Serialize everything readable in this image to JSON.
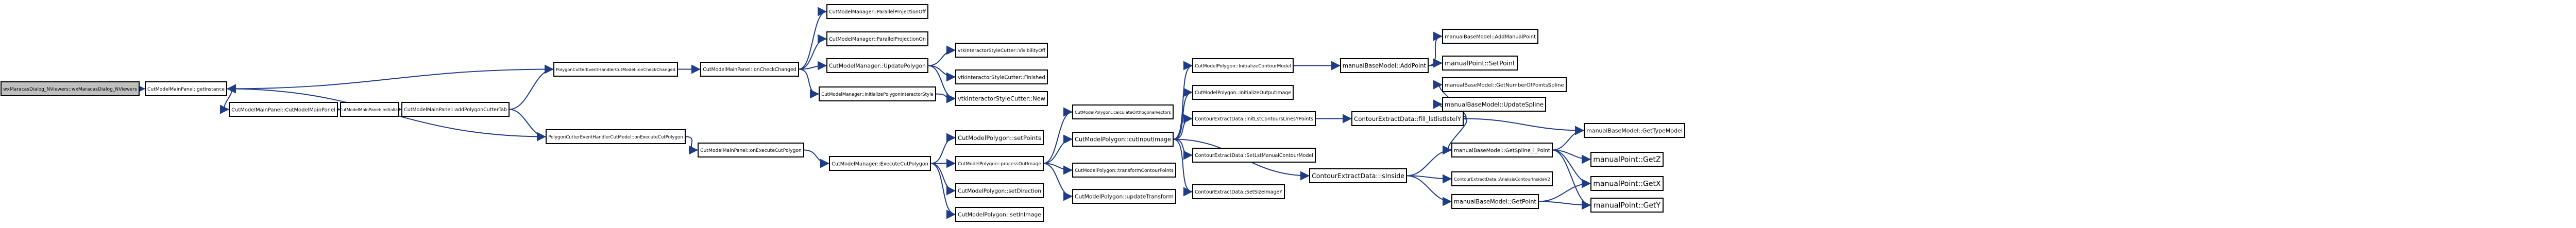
{
  "nodes": [
    {
      "id": "n0",
      "label": "wxMaracasDialog_NViewers::wxMaracasDialog_NViewers",
      "root": true
    },
    {
      "id": "n1",
      "label": "CutModelMainPanel::getInstance"
    },
    {
      "id": "n2",
      "label": "CutModelMainPanel::CutModelMainPanel"
    },
    {
      "id": "n3",
      "label": "CutModelMainPanel::initialize"
    },
    {
      "id": "n4",
      "label": "CutModelMainPanel::addPolygonCutterTab"
    },
    {
      "id": "n5",
      "label": "PolygonCutterEventHandlerCutModel::onCheckChanged"
    },
    {
      "id": "n6",
      "label": "PolygonCutterEventHandlerCutModel::onExecuteCutPolygon"
    },
    {
      "id": "n7",
      "label": "CutModelMainPanel::onCheckChanged"
    },
    {
      "id": "n8",
      "label": "CutModelMainPanel::onExecuteCutPolygon"
    },
    {
      "id": "n9",
      "label": "CutModelManager::ParallelProjectionOff"
    },
    {
      "id": "n10",
      "label": "CutModelManager::ParallelProjectionOn"
    },
    {
      "id": "n11",
      "label": "CutModelManager::UpdatePolygon"
    },
    {
      "id": "n12",
      "label": "CutModelManager::InitializePolygonInteractorStyle"
    },
    {
      "id": "n13",
      "label": "vtkInteractorStyleCutter::VisibilityOff"
    },
    {
      "id": "n14",
      "label": "vtkInteractorStyleCutter::Finished"
    },
    {
      "id": "n15",
      "label": "vtkInteractorStyleCutter::New"
    },
    {
      "id": "n16",
      "label": "CutModelManager::ExecuteCutPolygon"
    },
    {
      "id": "n17",
      "label": "CutModelPolygon::setPoints"
    },
    {
      "id": "n18",
      "label": "CutModelPolygon::processOutImage"
    },
    {
      "id": "n19",
      "label": "CutModelPolygon::setDirection"
    },
    {
      "id": "n20",
      "label": "CutModelPolygon::setInImage"
    },
    {
      "id": "n21",
      "label": "CutModelPolygon::calculateOrthogonalVectors"
    },
    {
      "id": "n22",
      "label": "CutModelPolygon::cutInputImage"
    },
    {
      "id": "n23",
      "label": "CutModelPolygon::transformContourPoints"
    },
    {
      "id": "n24",
      "label": "CutModelPolygon::updateTransform"
    },
    {
      "id": "n25",
      "label": "CutModelPolygon::InitializeContourModel"
    },
    {
      "id": "n26",
      "label": "CutModelPolygon::initializeOutputImage"
    },
    {
      "id": "n27",
      "label": "ContourExtractData::InitLstContoursLinesYPoints"
    },
    {
      "id": "n28",
      "label": "ContourExtractData::SetLstManualContourModel"
    },
    {
      "id": "n29",
      "label": "ContourExtractData::isInside"
    },
    {
      "id": "n30",
      "label": "ContourExtractData::SetSizeImageY"
    },
    {
      "id": "n31",
      "label": "manualBaseModel::AddPoint"
    },
    {
      "id": "n32",
      "label": "manualBaseModel::AddManualPoint"
    },
    {
      "id": "n33",
      "label": "manualPoint::SetPoint"
    },
    {
      "id": "n34",
      "label": "ContourExtractData::fill_lstlistlstelY"
    },
    {
      "id": "n35",
      "label": "manualBaseModel::GetNumberOfPointsSpline"
    },
    {
      "id": "n36",
      "label": "manualBaseModel::UpdateSpline"
    },
    {
      "id": "n37",
      "label": "manualBaseModel::GetTypeModel"
    },
    {
      "id": "n38",
      "label": "manualBaseModel::GetSpline_i_Point"
    },
    {
      "id": "n39",
      "label": "ContourExtractData::AnalisisContourInsideV2"
    },
    {
      "id": "n40",
      "label": "manualBaseModel::GetPoint"
    },
    {
      "id": "n41",
      "label": "manualPoint::GetZ"
    },
    {
      "id": "n42",
      "label": "manualPoint::GetX"
    },
    {
      "id": "n43",
      "label": "manualPoint::GetY"
    }
  ],
  "edges": [
    [
      "n0",
      "n1"
    ],
    [
      "n1",
      "n2"
    ],
    [
      "n2",
      "n3"
    ],
    [
      "n3",
      "n4"
    ],
    [
      "n4",
      "n5"
    ],
    [
      "n4",
      "n6"
    ],
    [
      "n5",
      "n1"
    ],
    [
      "n6",
      "n1"
    ],
    [
      "n5",
      "n7"
    ],
    [
      "n6",
      "n8"
    ],
    [
      "n7",
      "n9"
    ],
    [
      "n7",
      "n10"
    ],
    [
      "n7",
      "n11"
    ],
    [
      "n7",
      "n12"
    ],
    [
      "n11",
      "n13"
    ],
    [
      "n11",
      "n14"
    ],
    [
      "n11",
      "n15"
    ],
    [
      "n12",
      "n15"
    ],
    [
      "n8",
      "n16"
    ],
    [
      "n16",
      "n17"
    ],
    [
      "n16",
      "n18"
    ],
    [
      "n16",
      "n19"
    ],
    [
      "n16",
      "n20"
    ],
    [
      "n18",
      "n21"
    ],
    [
      "n18",
      "n22"
    ],
    [
      "n18",
      "n23"
    ],
    [
      "n18",
      "n24"
    ],
    [
      "n22",
      "n25"
    ],
    [
      "n22",
      "n26"
    ],
    [
      "n22",
      "n27"
    ],
    [
      "n22",
      "n28"
    ],
    [
      "n22",
      "n29"
    ],
    [
      "n22",
      "n30"
    ],
    [
      "n25",
      "n31"
    ],
    [
      "n31",
      "n32"
    ],
    [
      "n31",
      "n33"
    ],
    [
      "n27",
      "n34"
    ],
    [
      "n34",
      "n35"
    ],
    [
      "n34",
      "n36"
    ],
    [
      "n34",
      "n37"
    ],
    [
      "n34",
      "n38"
    ],
    [
      "n29",
      "n38"
    ],
    [
      "n29",
      "n39"
    ],
    [
      "n29",
      "n40"
    ],
    [
      "n38",
      "n37"
    ],
    [
      "n38",
      "n41"
    ],
    [
      "n38",
      "n42"
    ],
    [
      "n38",
      "n43"
    ],
    [
      "n40",
      "n42"
    ],
    [
      "n40",
      "n43"
    ]
  ]
}
